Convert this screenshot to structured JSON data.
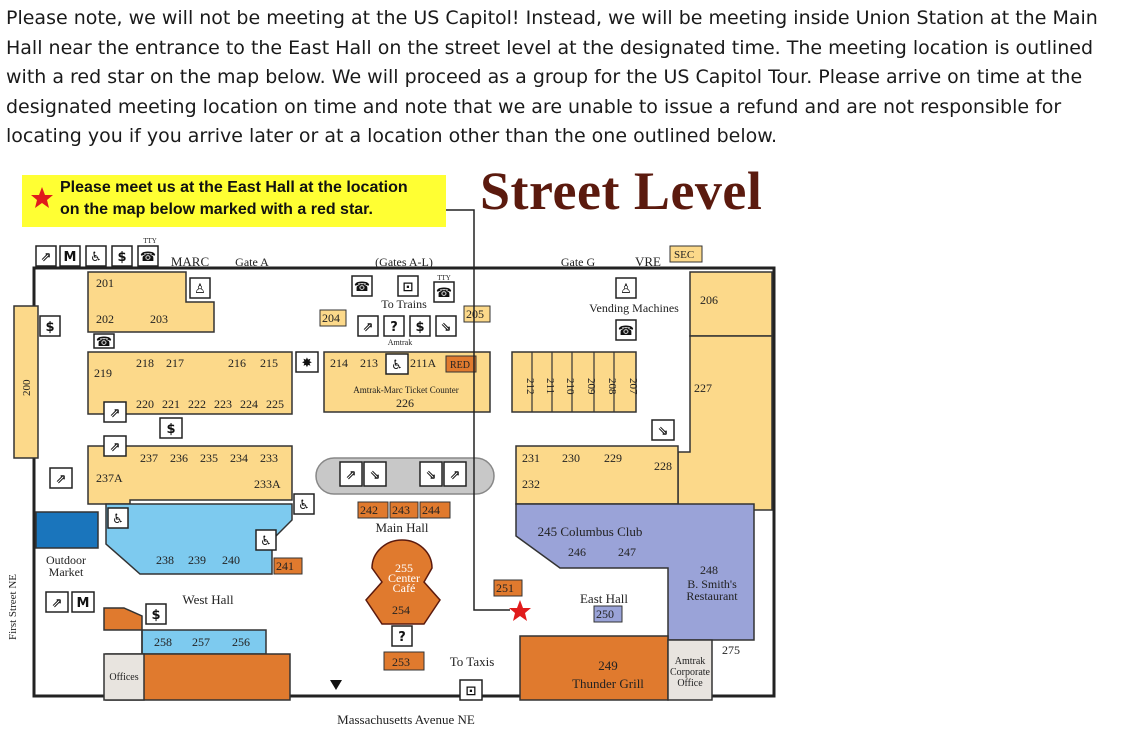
{
  "note": "Please note, we will not be meeting at the US Capitol! Instead, we will be meeting inside Union Station at the Main Hall near the entrance to the East Hall on the street level at the designated time. The meeting location is outlined with a red star on the map below. We will proceed as a group for the US Capitol Tour. Please arrive on time at the designated meeting location on time and note that we are unable to issue a refund and are not responsible for locating you if you arrive later or at a location other than the one outlined below.",
  "map": {
    "title": "Street Level",
    "callout_line1": "Please meet us at the East Hall at the location",
    "callout_line2": "on the map below marked with a red star.",
    "labels": {
      "marc": "MARC",
      "gate_a": "Gate A",
      "gates_al": "(Gates A-L)",
      "gate_g": "Gate G",
      "vre": "VRE",
      "sec": "SEC",
      "tty": "TTY",
      "to_trains": "To Trains",
      "amtrak": "Amtrak",
      "vending": "Vending Machines",
      "ticket_counter": "Amtrak-Marc Ticket Counter",
      "main_hall": "Main Hall",
      "west_hall": "West Hall",
      "east_hall": "East Hall",
      "outdoor1": "Outdoor",
      "outdoor2": "Market",
      "center1": "Center",
      "center2": "Café",
      "to_taxis": "To Taxis",
      "columbus": "245 Columbus Club",
      "bsmith1": "B. Smith's",
      "bsmith2": "Restaurant",
      "thunder1": "249",
      "thunder2": "Thunder Grill",
      "amtrak_corp1": "Amtrak",
      "amtrak_corp2": "Corporate",
      "amtrak_corp3": "Office",
      "offices": "Offices",
      "mass_ave": "Massachusetts Avenue NE",
      "first_st": "First Street NE",
      "red": "RED"
    },
    "rooms": {
      "r201": "201",
      "r202": "202",
      "r203": "203",
      "r204": "204",
      "r205": "205",
      "r206": "206",
      "r207": "207",
      "r208": "208",
      "r209": "209",
      "r210": "210",
      "r211": "211",
      "r212": "212",
      "r200": "200",
      "r213": "213",
      "r214": "214",
      "r211a": "211A",
      "r215": "215",
      "r216": "216",
      "r217": "217",
      "r218": "218",
      "r219": "219",
      "r220": "220",
      "r221": "221",
      "r222": "222",
      "r223": "223",
      "r224": "224",
      "r225": "225",
      "r226": "226",
      "r227": "227",
      "r228": "228",
      "r229": "229",
      "r230": "230",
      "r231": "231",
      "r232": "232",
      "r233": "233",
      "r233a": "233A",
      "r234": "234",
      "r235": "235",
      "r236": "236",
      "r237": "237",
      "r237a": "237A",
      "r238": "238",
      "r239": "239",
      "r240": "240",
      "r241": "241",
      "r242": "242",
      "r243": "243",
      "r244": "244",
      "r246": "246",
      "r247": "247",
      "r248": "248",
      "r250": "250",
      "r251": "251",
      "r253": "253",
      "r254": "254",
      "r255": "255",
      "r256": "256",
      "r257": "257",
      "r258": "258",
      "r275": "275"
    },
    "colors": {
      "tan": "#fcd98a",
      "blue": "#7dcaef",
      "deep_blue": "#1a75bc",
      "orange": "#e07a2e",
      "purple": "#9aa3d8",
      "dark_red": "#5b1a0e",
      "yellow": "#ffff33",
      "star": "#e01b1b"
    }
  }
}
